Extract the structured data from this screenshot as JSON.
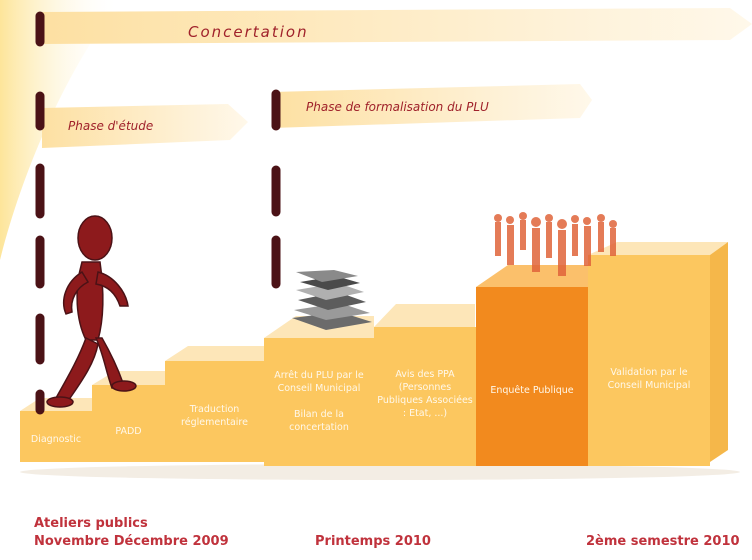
{
  "banners": {
    "concertation": "Concertation",
    "phase_etude": "Phase d'étude",
    "phase_formalisation": "Phase de formalisation du PLU"
  },
  "steps": [
    {
      "label": "Diagnostic"
    },
    {
      "label": "PADD"
    },
    {
      "label": "Traduction réglementaire"
    },
    {
      "label": "Arrêt du PLU par le Conseil Municipal\n\nBilan de la concertation"
    },
    {
      "label": "Avis des PPA (Personnes Publiques Associées : Etat, ...)"
    },
    {
      "label": "Enquête Publique"
    },
    {
      "label": "Validation par le Conseil Municipal"
    }
  ],
  "captions": {
    "ateliers": "Ateliers publics",
    "novembre": "Novembre Décembre 2009",
    "printemps": "Printemps 2010",
    "semestre": "2ème semestre 2010"
  },
  "colors": {
    "step_front": "#fcc75f",
    "step_top": "#fde6b8",
    "step_side": "#f7b43f",
    "highlight_front": "#f28a1e",
    "banner": "#fde7b9",
    "dash": "#4b1216",
    "figure": "#8d1a1c"
  }
}
